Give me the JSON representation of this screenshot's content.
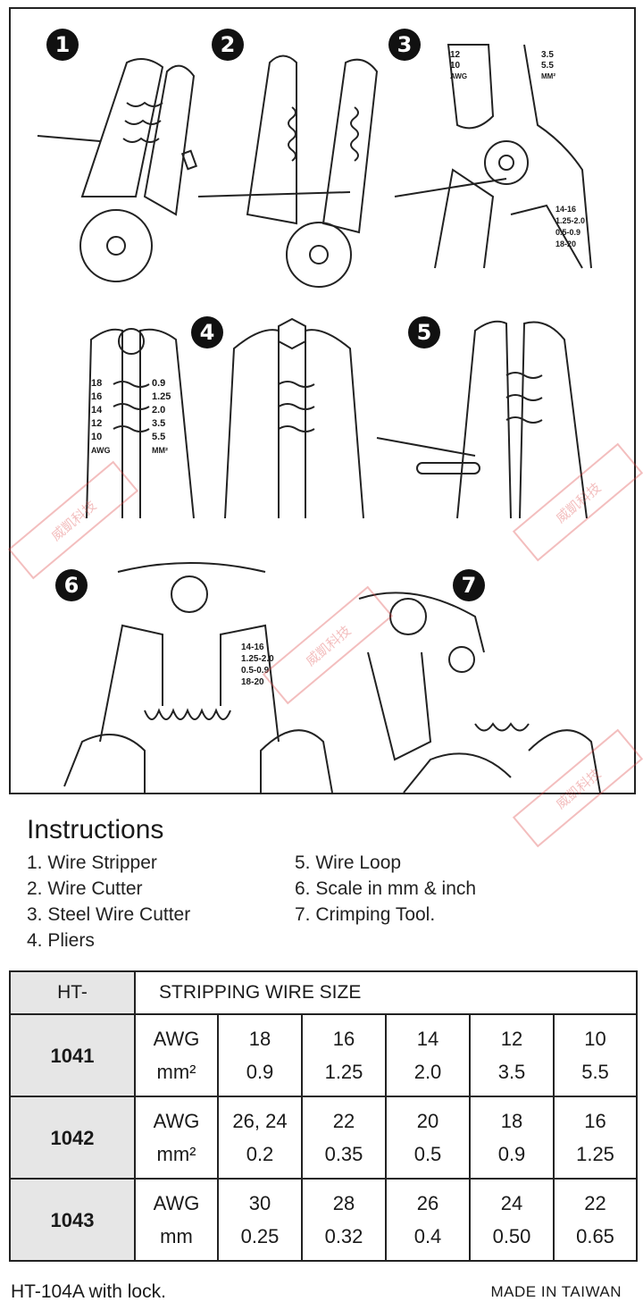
{
  "panels": [
    "1",
    "2",
    "3",
    "4",
    "5",
    "6",
    "7"
  ],
  "panel_labels": {
    "p3_awg": [
      "12",
      "10",
      "AWG"
    ],
    "p3_mm": [
      "3.5",
      "5.5",
      "MM²"
    ],
    "p3_scale_right": [
      "14-16",
      "1.25-2.0",
      "0.5-0.9",
      "18-20"
    ],
    "p4_awg": [
      "18",
      "16",
      "14",
      "12",
      "10",
      "AWG"
    ],
    "p4_mm": [
      "0.9",
      "1.25",
      "2.0",
      "3.5",
      "5.5",
      "MM²"
    ],
    "p6_scale_right": [
      "14-16",
      "1.25-2.0",
      "0.5-0.9",
      "18-20"
    ]
  },
  "watermark_text": "威凱科技",
  "instructions": {
    "title": "Instructions",
    "left": [
      "1. Wire Stripper",
      "2. Wire Cutter",
      "3. Steel Wire Cutter",
      "4. Pliers"
    ],
    "right": [
      "5. Wire Loop",
      "6. Scale in  mm & inch",
      "7. Crimping Tool."
    ]
  },
  "table": {
    "model_header": "HT-",
    "size_header": "STRIPPING WIRE SIZE",
    "rows": [
      {
        "model": "1041",
        "unit_top": "AWG",
        "unit_bot": "mm²",
        "cells": [
          [
            "18",
            "0.9"
          ],
          [
            "16",
            "1.25"
          ],
          [
            "14",
            "2.0"
          ],
          [
            "12",
            "3.5"
          ],
          [
            "10",
            "5.5"
          ]
        ]
      },
      {
        "model": "1042",
        "unit_top": "AWG",
        "unit_bot": "mm²",
        "cells": [
          [
            "26, 24",
            "0.2"
          ],
          [
            "22",
            "0.35"
          ],
          [
            "20",
            "0.5"
          ],
          [
            "18",
            "0.9"
          ],
          [
            "16",
            "1.25"
          ]
        ]
      },
      {
        "model": "1043",
        "unit_top": "AWG",
        "unit_bot": "mm",
        "cells": [
          [
            "30",
            "0.25"
          ],
          [
            "28",
            "0.32"
          ],
          [
            "26",
            "0.4"
          ],
          [
            "24",
            "0.50"
          ],
          [
            "22",
            "0.65"
          ]
        ]
      }
    ]
  },
  "footer": {
    "left": "HT-104A with lock.",
    "right": "MADE IN TAIWAN"
  },
  "colors": {
    "header_bg": "#e6e6e6",
    "ink": "#1a1a1a",
    "watermark": "#dc4646"
  }
}
